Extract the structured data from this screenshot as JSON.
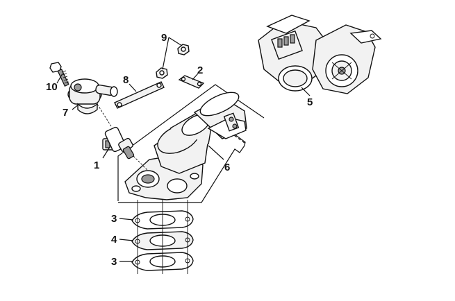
{
  "callouts": {
    "c1": "1",
    "c2": "2",
    "c3a": "3",
    "c3b": "3",
    "c4": "4",
    "c5": "5",
    "c6": "6",
    "c7": "7",
    "c8": "8",
    "c9": "9",
    "c10": "10"
  }
}
